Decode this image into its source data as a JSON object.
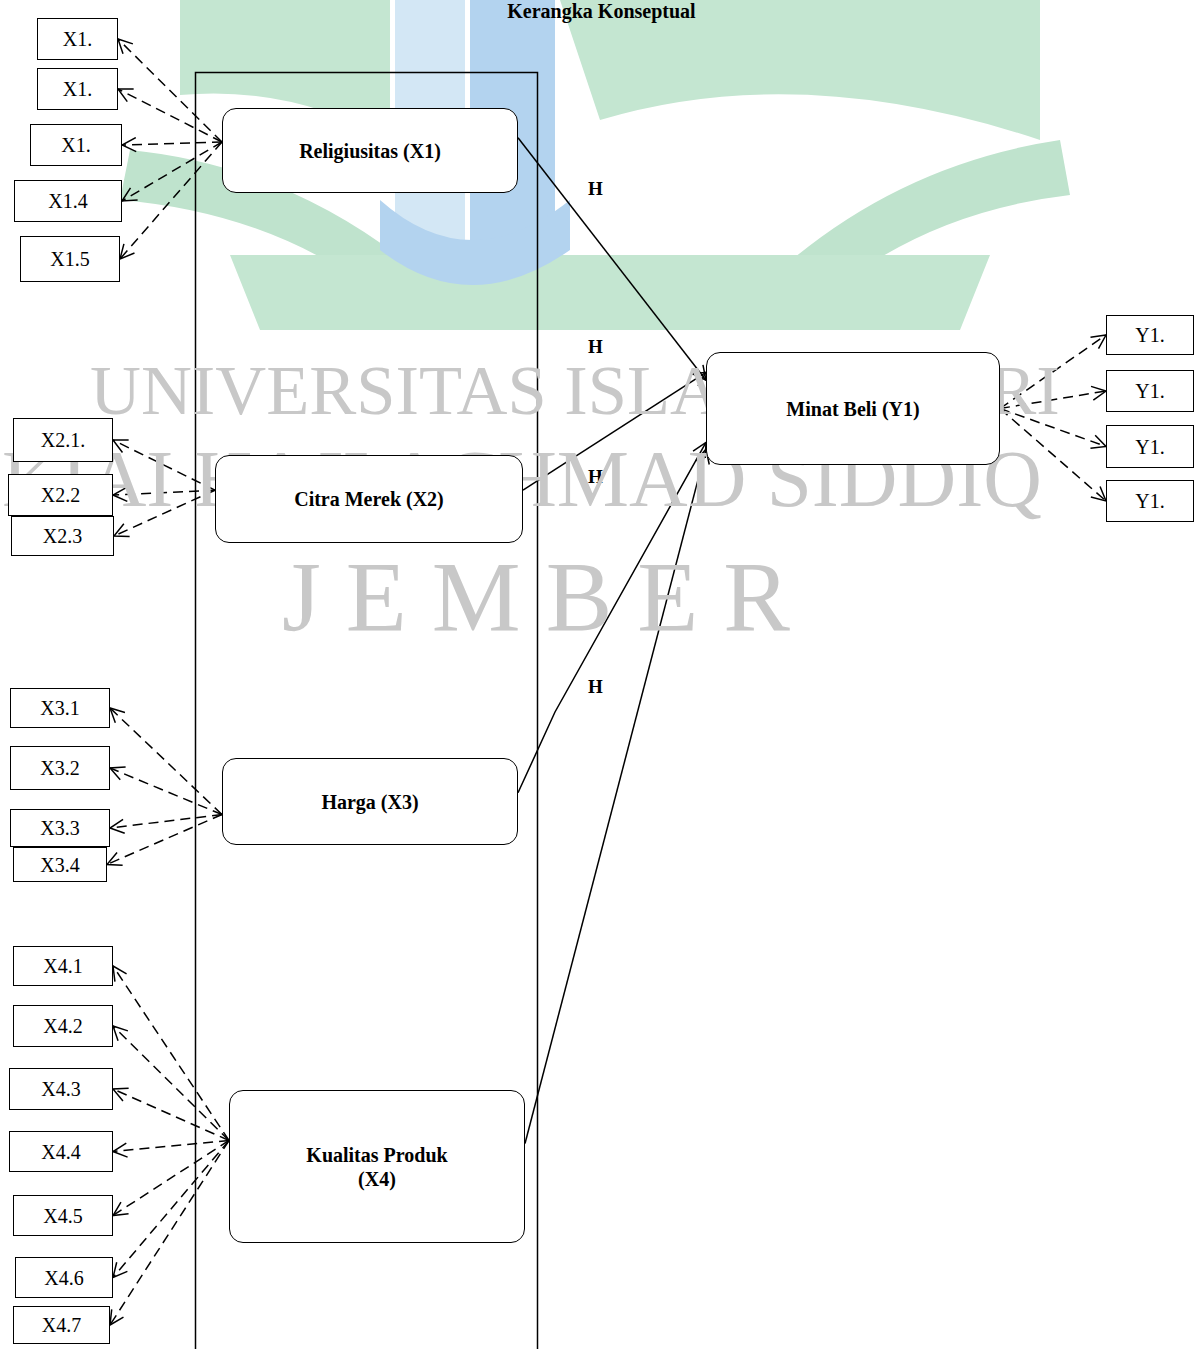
{
  "diagram": {
    "title": "Kerangka Konseptual",
    "nodes": [
      {
        "text": [
          "Religiusitas (X1)"
        ]
      },
      {
        "text": [
          "X1."
        ]
      },
      {
        "text": [
          "X1."
        ]
      },
      {
        "text": [
          "X1."
        ]
      },
      {
        "text": [
          "X1.4"
        ]
      },
      {
        "text": [
          "X1.5"
        ]
      },
      {
        "text": [
          "Minat Beli (Y1)"
        ]
      },
      {
        "text": [
          "Y1."
        ]
      },
      {
        "text": [
          "Y1."
        ]
      },
      {
        "text": [
          "Y1."
        ]
      },
      {
        "text": [
          "Y1."
        ]
      },
      {
        "text": [
          "Citra Merek (X2)"
        ]
      },
      {
        "text": [
          "X2.1."
        ]
      },
      {
        "text": [
          "X2.2"
        ]
      },
      {
        "text": [
          "X2.3"
        ]
      },
      {
        "text": [
          "Harga (X3)"
        ]
      },
      {
        "text": [
          "X3.1"
        ]
      },
      {
        "text": [
          "X3.2"
        ]
      },
      {
        "text": [
          "X3.3"
        ]
      },
      {
        "text": [
          "X3.4"
        ]
      },
      {
        "text": [
          "Kualitas Produk (X4)"
        ]
      },
      {
        "text": [
          "X4.1"
        ]
      },
      {
        "text": [
          "X4.2"
        ]
      },
      {
        "text": [
          "X4.3"
        ]
      },
      {
        "text": [
          "X4.4"
        ]
      },
      {
        "text": [
          "X4.5"
        ]
      },
      {
        "text": [
          "X4.6"
        ]
      },
      {
        "text": [
          "X4.7"
        ]
      }
    ],
    "edges": [
      {
        "from": 0,
        "to": 1,
        "arrow": "to"
      },
      {
        "from": 0,
        "to": 2,
        "arrow": "to"
      },
      {
        "from": 0,
        "to": 3,
        "arrow": "to"
      },
      {
        "from": 0,
        "to": 4,
        "arrow": "to"
      },
      {
        "from": 0,
        "to": 5,
        "arrow": "to"
      },
      {
        "from": 0,
        "to": 6,
        "arrow": "to"
      },
      {
        "from": 6,
        "to": 7,
        "arrow": "to"
      },
      {
        "from": 6,
        "to": 8,
        "arrow": "to"
      },
      {
        "from": 6,
        "to": 9,
        "arrow": "to"
      },
      {
        "from": 6,
        "to": 10,
        "arrow": "to"
      },
      {
        "from": 11,
        "to": 12,
        "arrow": "to"
      },
      {
        "from": 11,
        "to": 13,
        "arrow": "to"
      },
      {
        "from": 11,
        "to": 14,
        "arrow": "to"
      },
      {
        "from": 11,
        "to": 6,
        "arrow": "to"
      },
      {
        "from": 15,
        "to": 16,
        "arrow": "to"
      },
      {
        "from": 15,
        "to": 17,
        "arrow": "to"
      },
      {
        "from": 15,
        "to": 18,
        "arrow": "to"
      },
      {
        "from": 15,
        "to": 19,
        "arrow": "to"
      },
      {
        "from": 15,
        "to": 6,
        "arrow": "to"
      },
      {
        "from": 20,
        "to": 21,
        "arrow": "to"
      },
      {
        "from": 20,
        "to": 22,
        "arrow": "to"
      },
      {
        "from": 20,
        "to": 23,
        "arrow": "to"
      },
      {
        "from": 20,
        "to": 24,
        "arrow": "to"
      },
      {
        "from": 20,
        "to": 25,
        "arrow": "to"
      },
      {
        "from": 20,
        "to": 26,
        "arrow": "to"
      },
      {
        "from": 20,
        "to": 27,
        "arrow": "to"
      },
      {
        "from": 20,
        "to": 6,
        "arrow": "to"
      }
    ],
    "labels": [
      "H",
      "H",
      "H",
      "H",
      "UNIVERSITAS ISLAM NEGERI",
      "KIAI HAJI ACHMAD SIDDIQ",
      "J E M B E R"
    ]
  }
}
